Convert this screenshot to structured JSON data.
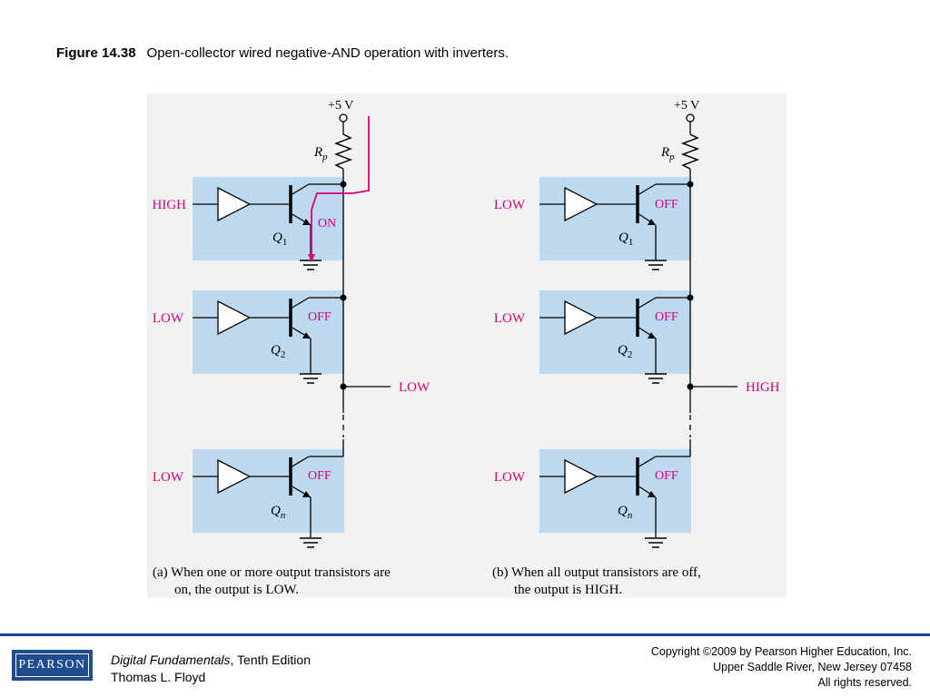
{
  "header": {
    "figure_label": "Figure 14.38",
    "caption": "Open-collector wired negative-AND operation with inverters."
  },
  "diagram": {
    "supply": "+5 V",
    "resistor": "R",
    "resistor_sub": "p",
    "left": {
      "gates": [
        {
          "input": "HIGH",
          "state": "ON",
          "q": "Q",
          "q_sub": "1"
        },
        {
          "input": "LOW",
          "state": "OFF",
          "q": "Q",
          "q_sub": "2"
        },
        {
          "input": "LOW",
          "state": "OFF",
          "q": "Q",
          "q_sub": "n"
        }
      ],
      "output": "LOW",
      "caption_line1": "(a) When one or more output transistors are",
      "caption_line2": "on, the output is LOW."
    },
    "right": {
      "gates": [
        {
          "input": "LOW",
          "state": "OFF",
          "q": "Q",
          "q_sub": "1"
        },
        {
          "input": "LOW",
          "state": "OFF",
          "q": "Q",
          "q_sub": "2"
        },
        {
          "input": "LOW",
          "state": "OFF",
          "q": "Q",
          "q_sub": "n"
        }
      ],
      "output": "HIGH",
      "caption_line1": "(b) When all output transistors are off,",
      "caption_line2": "the output is HIGH."
    },
    "colors": {
      "gate_box": "#bcd9ef",
      "label": "#d6007a",
      "line": "#000000"
    }
  },
  "footer": {
    "logo": "PEARSON",
    "book_title": "Digital Fundamentals",
    "book_edition": ", Tenth Edition",
    "author": "Thomas L. Floyd",
    "copyright": "Copyright ©2009 by Pearson Higher Education, Inc.",
    "address": "Upper Saddle River, New Jersey 07458",
    "rights": "All rights reserved."
  }
}
